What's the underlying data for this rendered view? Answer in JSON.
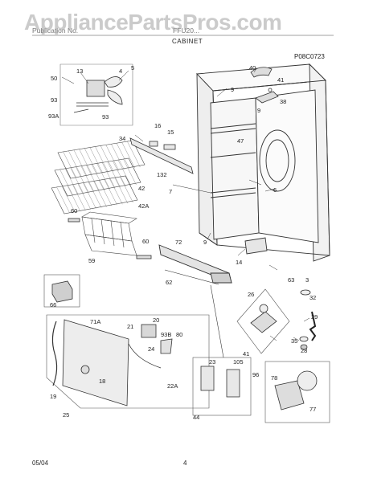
{
  "watermark": "AppliancePartsPros.com",
  "header": {
    "left": "Publication No.",
    "middle": "FFU20...",
    "section": "CABINET"
  },
  "diagram_code": "P08C0723",
  "footer": {
    "date": "05/04",
    "page": "4"
  },
  "callouts": [
    {
      "id": "c50",
      "text": "50"
    },
    {
      "id": "c13",
      "text": "13"
    },
    {
      "id": "c4",
      "text": "4"
    },
    {
      "id": "c5",
      "text": "5"
    },
    {
      "id": "c93a",
      "text": "93"
    },
    {
      "id": "c93b",
      "text": "93"
    },
    {
      "id": "c93A",
      "text": "93A"
    },
    {
      "id": "c40",
      "text": "40"
    },
    {
      "id": "c41a",
      "text": "41"
    },
    {
      "id": "c38",
      "text": "38"
    },
    {
      "id": "c9a",
      "text": "9"
    },
    {
      "id": "c9b",
      "text": "9"
    },
    {
      "id": "c9c",
      "text": "9"
    },
    {
      "id": "c34",
      "text": "34"
    },
    {
      "id": "c16",
      "text": "16"
    },
    {
      "id": "c15",
      "text": "15"
    },
    {
      "id": "c47",
      "text": "47"
    },
    {
      "id": "c132",
      "text": "132"
    },
    {
      "id": "c42",
      "text": "42"
    },
    {
      "id": "c42A",
      "text": "42A"
    },
    {
      "id": "c7",
      "text": "7"
    },
    {
      "id": "c6",
      "text": "6"
    },
    {
      "id": "c60a",
      "text": "60"
    },
    {
      "id": "c60b",
      "text": "60"
    },
    {
      "id": "c72",
      "text": "72"
    },
    {
      "id": "c59",
      "text": "59"
    },
    {
      "id": "c14",
      "text": "14"
    },
    {
      "id": "c62",
      "text": "62"
    },
    {
      "id": "c63",
      "text": "63"
    },
    {
      "id": "c3",
      "text": "3"
    },
    {
      "id": "c66",
      "text": "66"
    },
    {
      "id": "c26",
      "text": "26"
    },
    {
      "id": "c32",
      "text": "32"
    },
    {
      "id": "c29",
      "text": "29"
    },
    {
      "id": "c71A",
      "text": "71A"
    },
    {
      "id": "c20",
      "text": "20"
    },
    {
      "id": "c21",
      "text": "21"
    },
    {
      "id": "c93B",
      "text": "93B"
    },
    {
      "id": "c80",
      "text": "80"
    },
    {
      "id": "c24",
      "text": "24"
    },
    {
      "id": "c18",
      "text": "18"
    },
    {
      "id": "c22A",
      "text": "22A"
    },
    {
      "id": "c19",
      "text": "19"
    },
    {
      "id": "c25",
      "text": "25"
    },
    {
      "id": "c23",
      "text": "23"
    },
    {
      "id": "c105",
      "text": "105"
    },
    {
      "id": "c96",
      "text": "96"
    },
    {
      "id": "c44",
      "text": "44"
    },
    {
      "id": "c41b",
      "text": "41"
    },
    {
      "id": "c35",
      "text": "35"
    },
    {
      "id": "c28",
      "text": "28"
    },
    {
      "id": "c78",
      "text": "78"
    },
    {
      "id": "c77",
      "text": "77"
    }
  ]
}
